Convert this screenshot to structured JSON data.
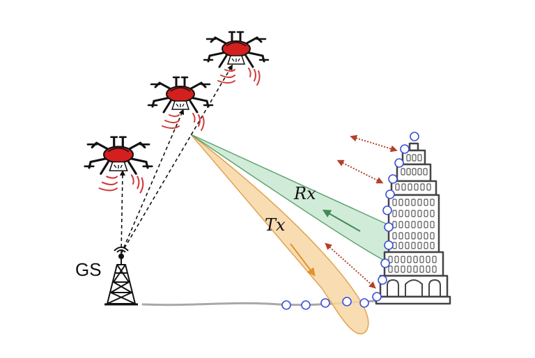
{
  "labels": {
    "ground_station": "GS",
    "receive": "Rx",
    "transmit": "Tx"
  },
  "icons": [
    "drone-icon",
    "tower-icon",
    "building-icon",
    "reflection-point-icon",
    "scatter-arrow-icon"
  ],
  "colors": {
    "rx_beam_fill": "#c9e8d2",
    "rx_beam_stroke": "#5ea36f",
    "tx_beam_fill": "#f7d7a6",
    "tx_beam_stroke": "#e3a24e",
    "drone_body": "#d41f1f",
    "signal_arcs": "#d23a3a",
    "scatter_arrows": "#b3402a",
    "reflection_points": "#3b4fd8",
    "ground_line": "#a8a8a8"
  }
}
